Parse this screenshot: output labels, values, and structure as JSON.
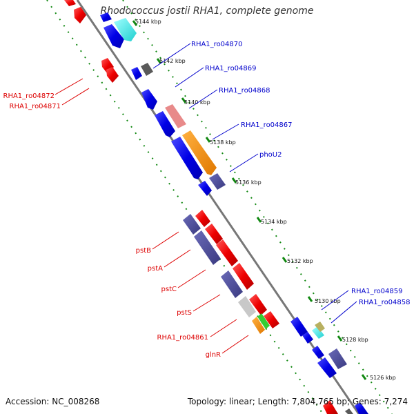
{
  "title": "Rhodococcus jostii RHA1, complete genome",
  "accession": "Accession: NC_008268",
  "topology": "Topology: linear; Length: 7,804,765 bp; Genes: 7,274",
  "colors": {
    "forward_label": "#0000cc",
    "reverse_label": "#dd0000",
    "axis": "#777777",
    "tick": "#118811"
  },
  "ticks": [
    "5144 kbp",
    "5142 kbp",
    "5140 kbp",
    "5138 kbp",
    "5136 kbp",
    "5134 kbp",
    "5132 kbp",
    "5130 kbp",
    "5128 kbp",
    "5126 kbp"
  ],
  "forward_labels": [
    "RHA1_ro04870",
    "RHA1_ro04869",
    "RHA1_ro04868",
    "RHA1_ro04867",
    "phoU2",
    "RHA1_ro04859",
    "RHA1_ro04858"
  ],
  "reverse_labels": [
    "RHA1_ro04872",
    "RHA1_ro04871",
    "pstB",
    "pstA",
    "pstC",
    "pstS",
    "RHA1_ro04861",
    "glnR"
  ]
}
